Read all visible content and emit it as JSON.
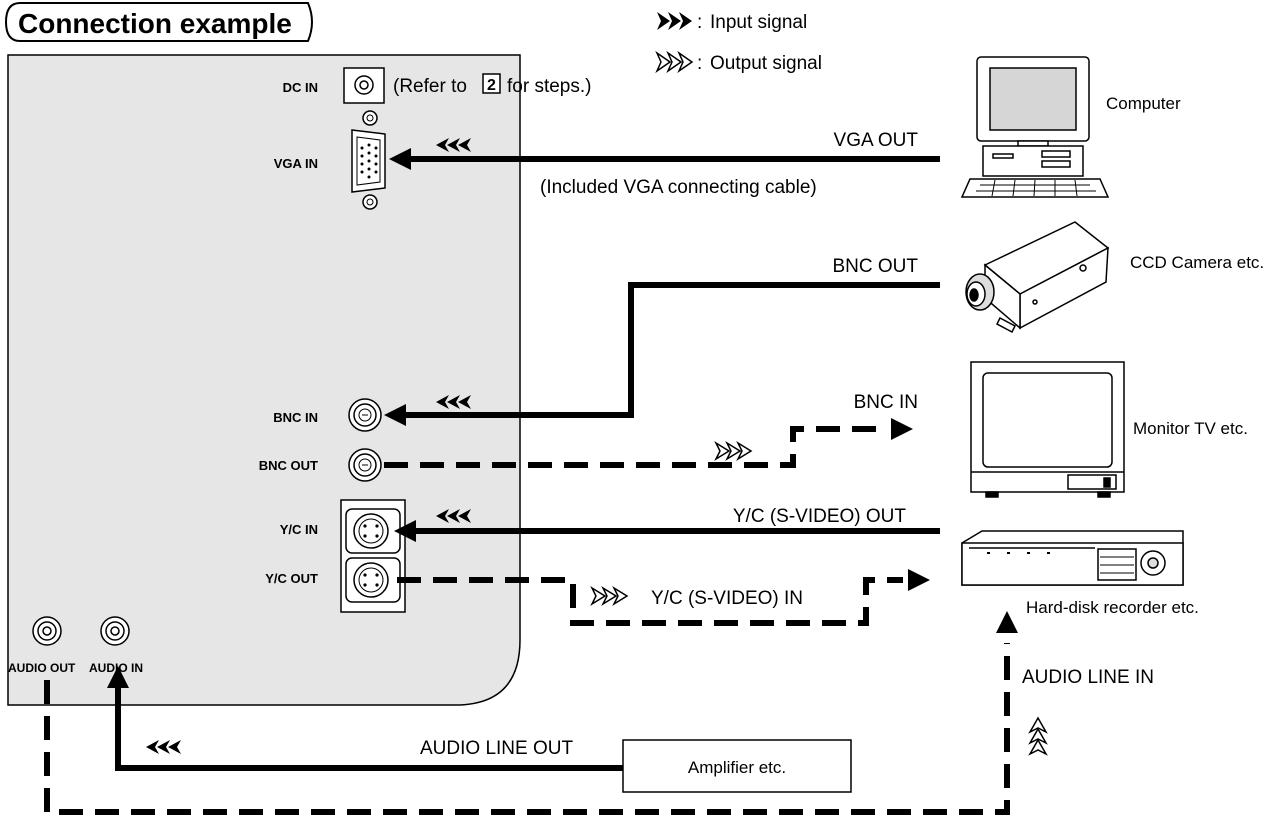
{
  "title": "Connection example",
  "legend": {
    "input": "Input signal",
    "output": "Output signal"
  },
  "panel_labels": {
    "dc_in": "DC IN",
    "vga_in": "VGA IN",
    "bnc_in": "BNC IN",
    "bnc_out": "BNC OUT",
    "yc_in": "Y/C IN",
    "yc_out": "Y/C OUT",
    "audio_out": "AUDIO OUT",
    "audio_in": "AUDIO IN"
  },
  "dc_note_prefix": "(Refer to",
  "dc_note_num": "2",
  "dc_note_suffix": "for steps.)",
  "signals": {
    "vga_out": "VGA OUT",
    "vga_cable": "(Included VGA connecting cable)",
    "bnc_out": "BNC OUT",
    "bnc_in": "BNC IN",
    "yc_out": "Y/C (S-VIDEO) OUT",
    "yc_in": "Y/C (S-VIDEO) IN",
    "audio_line_in": "AUDIO LINE IN",
    "audio_line_out": "AUDIO LINE OUT"
  },
  "devices": {
    "computer": "Computer",
    "camera": "CCD Camera etc.",
    "monitor": "Monitor TV etc.",
    "recorder": "Hard-disk recorder etc.",
    "amplifier": "Amplifier etc."
  },
  "colors": {
    "line": "#000000",
    "panel": "#e6e6e6",
    "background": "#ffffff"
  }
}
